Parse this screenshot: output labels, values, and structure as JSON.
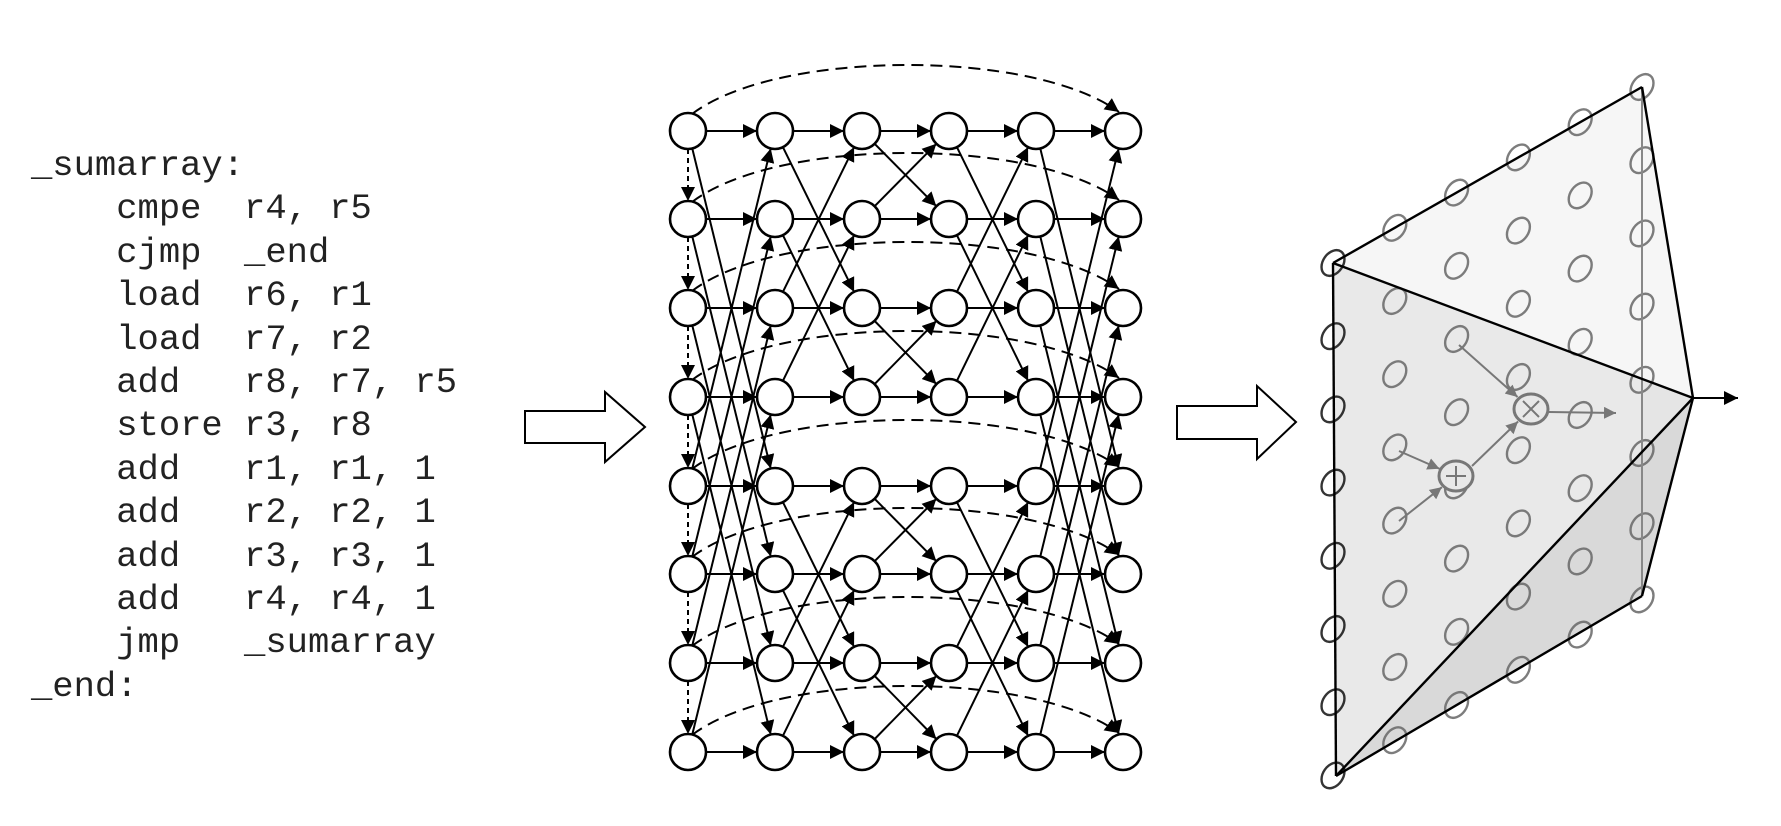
{
  "code": {
    "lines": [
      "_sumarray:",
      "    cmpe  r4, r5",
      "    cjmp  _end",
      "    load  r6, r1",
      "    load  r7, r2",
      "    add   r8, r7, r5",
      "    store r3, r8",
      "    add   r1, r1, 1",
      "    add   r2, r2, 1",
      "    add   r3, r3, 1",
      "    add   r4, r4, 1",
      "    jmp   _sumarray",
      "_end:"
    ]
  },
  "network": {
    "rows": 8,
    "columns": 6,
    "strides": [
      4,
      2,
      1,
      2,
      4
    ]
  },
  "neural_prism": {
    "grid_rows": 8,
    "grid_columns": 6,
    "operators": [
      "+",
      "×"
    ]
  },
  "colors": {
    "stroke": "#000000",
    "neuron": "#555555",
    "face_top": "#f6f6f6",
    "face_front": "#e7e7e7",
    "face_bottom": "#d9d9d9",
    "face_right": "#cfcfcf"
  }
}
